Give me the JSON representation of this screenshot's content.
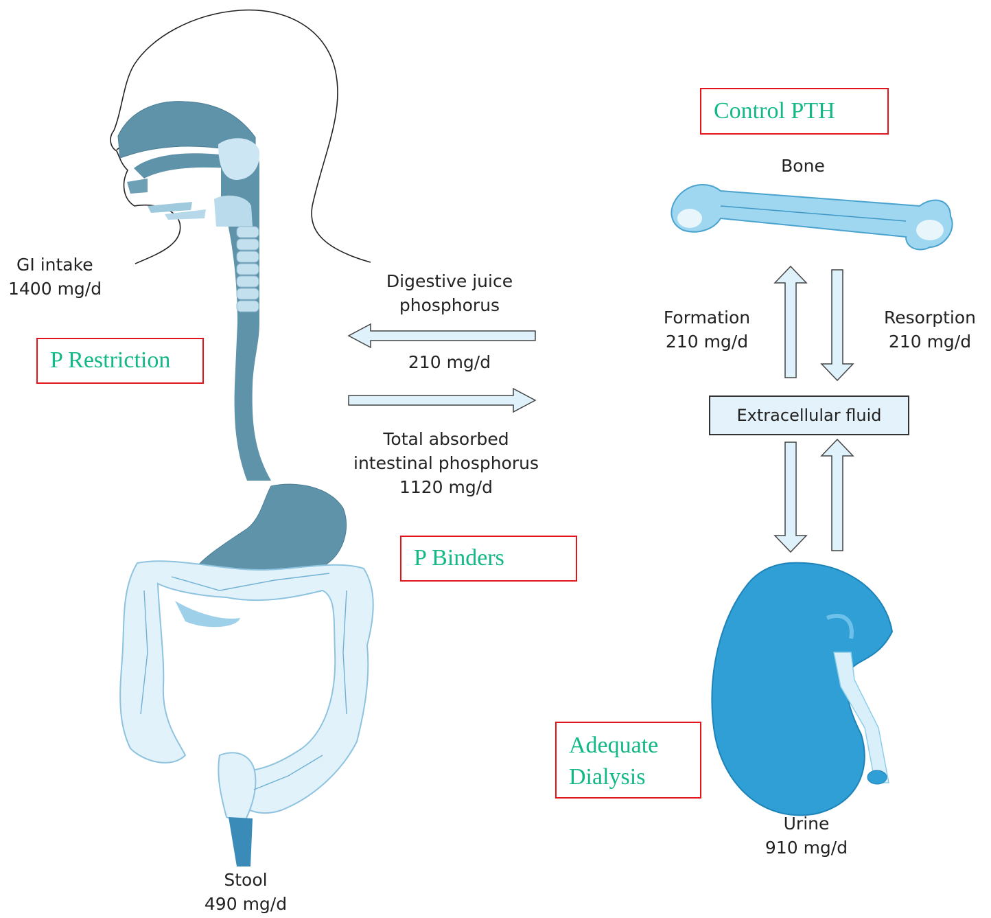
{
  "labels": {
    "gi_intake": [
      "GI intake",
      "1400 mg/d"
    ],
    "digestive_juice": [
      "Digestive juice",
      "phosphorus"
    ],
    "digestive_juice_rate": "210 mg/d",
    "total_absorbed": [
      "Total absorbed",
      "intestinal phosphorus",
      "1120 mg/d"
    ],
    "stool": [
      "Stool",
      "490 mg/d"
    ],
    "bone": "Bone",
    "formation": [
      "Formation",
      "210 mg/d"
    ],
    "resorption": [
      "Resorption",
      "210 mg/d"
    ],
    "extracellular_fluid": "Extracellular fluid",
    "urine": [
      "Urine",
      "910 mg/d"
    ]
  },
  "treatments": {
    "p_restriction": "P Restriction",
    "p_binders": "P Binders",
    "control_pth": "Control PTH",
    "adequate_dialysis": [
      "Adequate",
      "Dialysis"
    ]
  },
  "colors": {
    "treatment_text": "#12b886",
    "treatment_border": "#e3141b",
    "organ_dark": "#5f93aa",
    "organ_light": "#d4ebf7",
    "kidney": "#2f9fd6",
    "arrow_fill": "#dff1fb"
  }
}
